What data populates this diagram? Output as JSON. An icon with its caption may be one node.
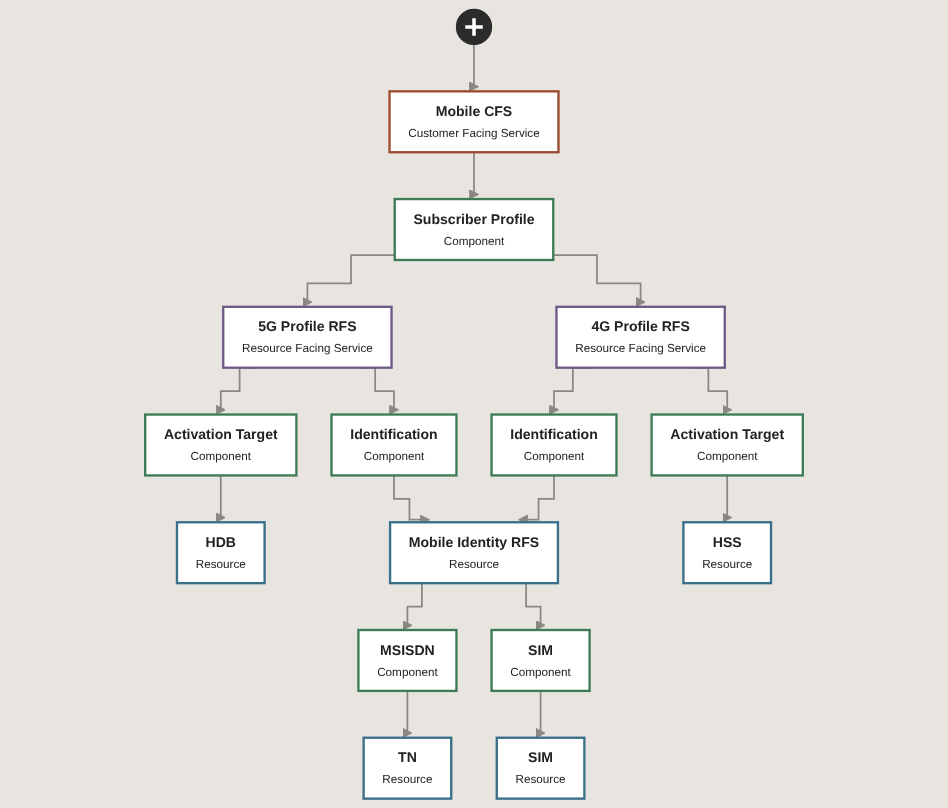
{
  "diagram": {
    "nodes": [
      {
        "text": [],
        "shape": "circle"
      },
      {
        "text": [
          "Mobile CFS",
          "Customer Facing Service"
        ]
      },
      {
        "text": [
          "Subscriber Profile",
          "Component"
        ]
      },
      {
        "text": [
          "5G Profile RFS",
          "Resource Facing Service"
        ]
      },
      {
        "text": [
          "4G Profile RFS",
          "Resource Facing Service"
        ]
      },
      {
        "text": [
          "Identification",
          "Component"
        ]
      },
      {
        "text": [
          "Activation Target",
          "Component"
        ]
      },
      {
        "text": [
          "Identification",
          "Component"
        ]
      },
      {
        "text": [
          "Activation Target",
          "Component"
        ]
      },
      {
        "text": [
          "HDB",
          "Resource"
        ]
      },
      {
        "text": [
          "Mobile Identity RFS",
          "Resource"
        ]
      },
      {
        "text": [
          "HSS",
          "Resource"
        ]
      },
      {
        "text": [
          "MSISDN",
          "Component"
        ]
      },
      {
        "text": [
          "SIM",
          "Component"
        ]
      },
      {
        "text": [
          "TN",
          "Resource"
        ]
      },
      {
        "text": [
          "SIM",
          "Resource"
        ]
      }
    ],
    "edges": [
      {
        "from": 0,
        "to": 1,
        "arrow": "to"
      },
      {
        "from": 1,
        "to": 2,
        "arrow": "to"
      },
      {
        "from": 2,
        "to": 3,
        "arrow": "to"
      },
      {
        "from": 2,
        "to": 4,
        "arrow": "to"
      },
      {
        "from": 3,
        "to": 5,
        "arrow": "to"
      },
      {
        "from": 3,
        "to": 6,
        "arrow": "to"
      },
      {
        "from": 4,
        "to": 7,
        "arrow": "to"
      },
      {
        "from": 4,
        "to": 8,
        "arrow": "to"
      },
      {
        "from": 5,
        "to": 10,
        "arrow": "to"
      },
      {
        "from": 6,
        "to": 9,
        "arrow": "to"
      },
      {
        "from": 7,
        "to": 10,
        "arrow": "to"
      },
      {
        "from": 8,
        "to": 11,
        "arrow": "to"
      },
      {
        "from": 10,
        "to": 12,
        "arrow": "to"
      },
      {
        "from": 10,
        "to": 13,
        "arrow": "to"
      },
      {
        "from": 12,
        "to": 14,
        "arrow": "to"
      },
      {
        "from": 13,
        "to": 15,
        "arrow": "to"
      }
    ]
  }
}
